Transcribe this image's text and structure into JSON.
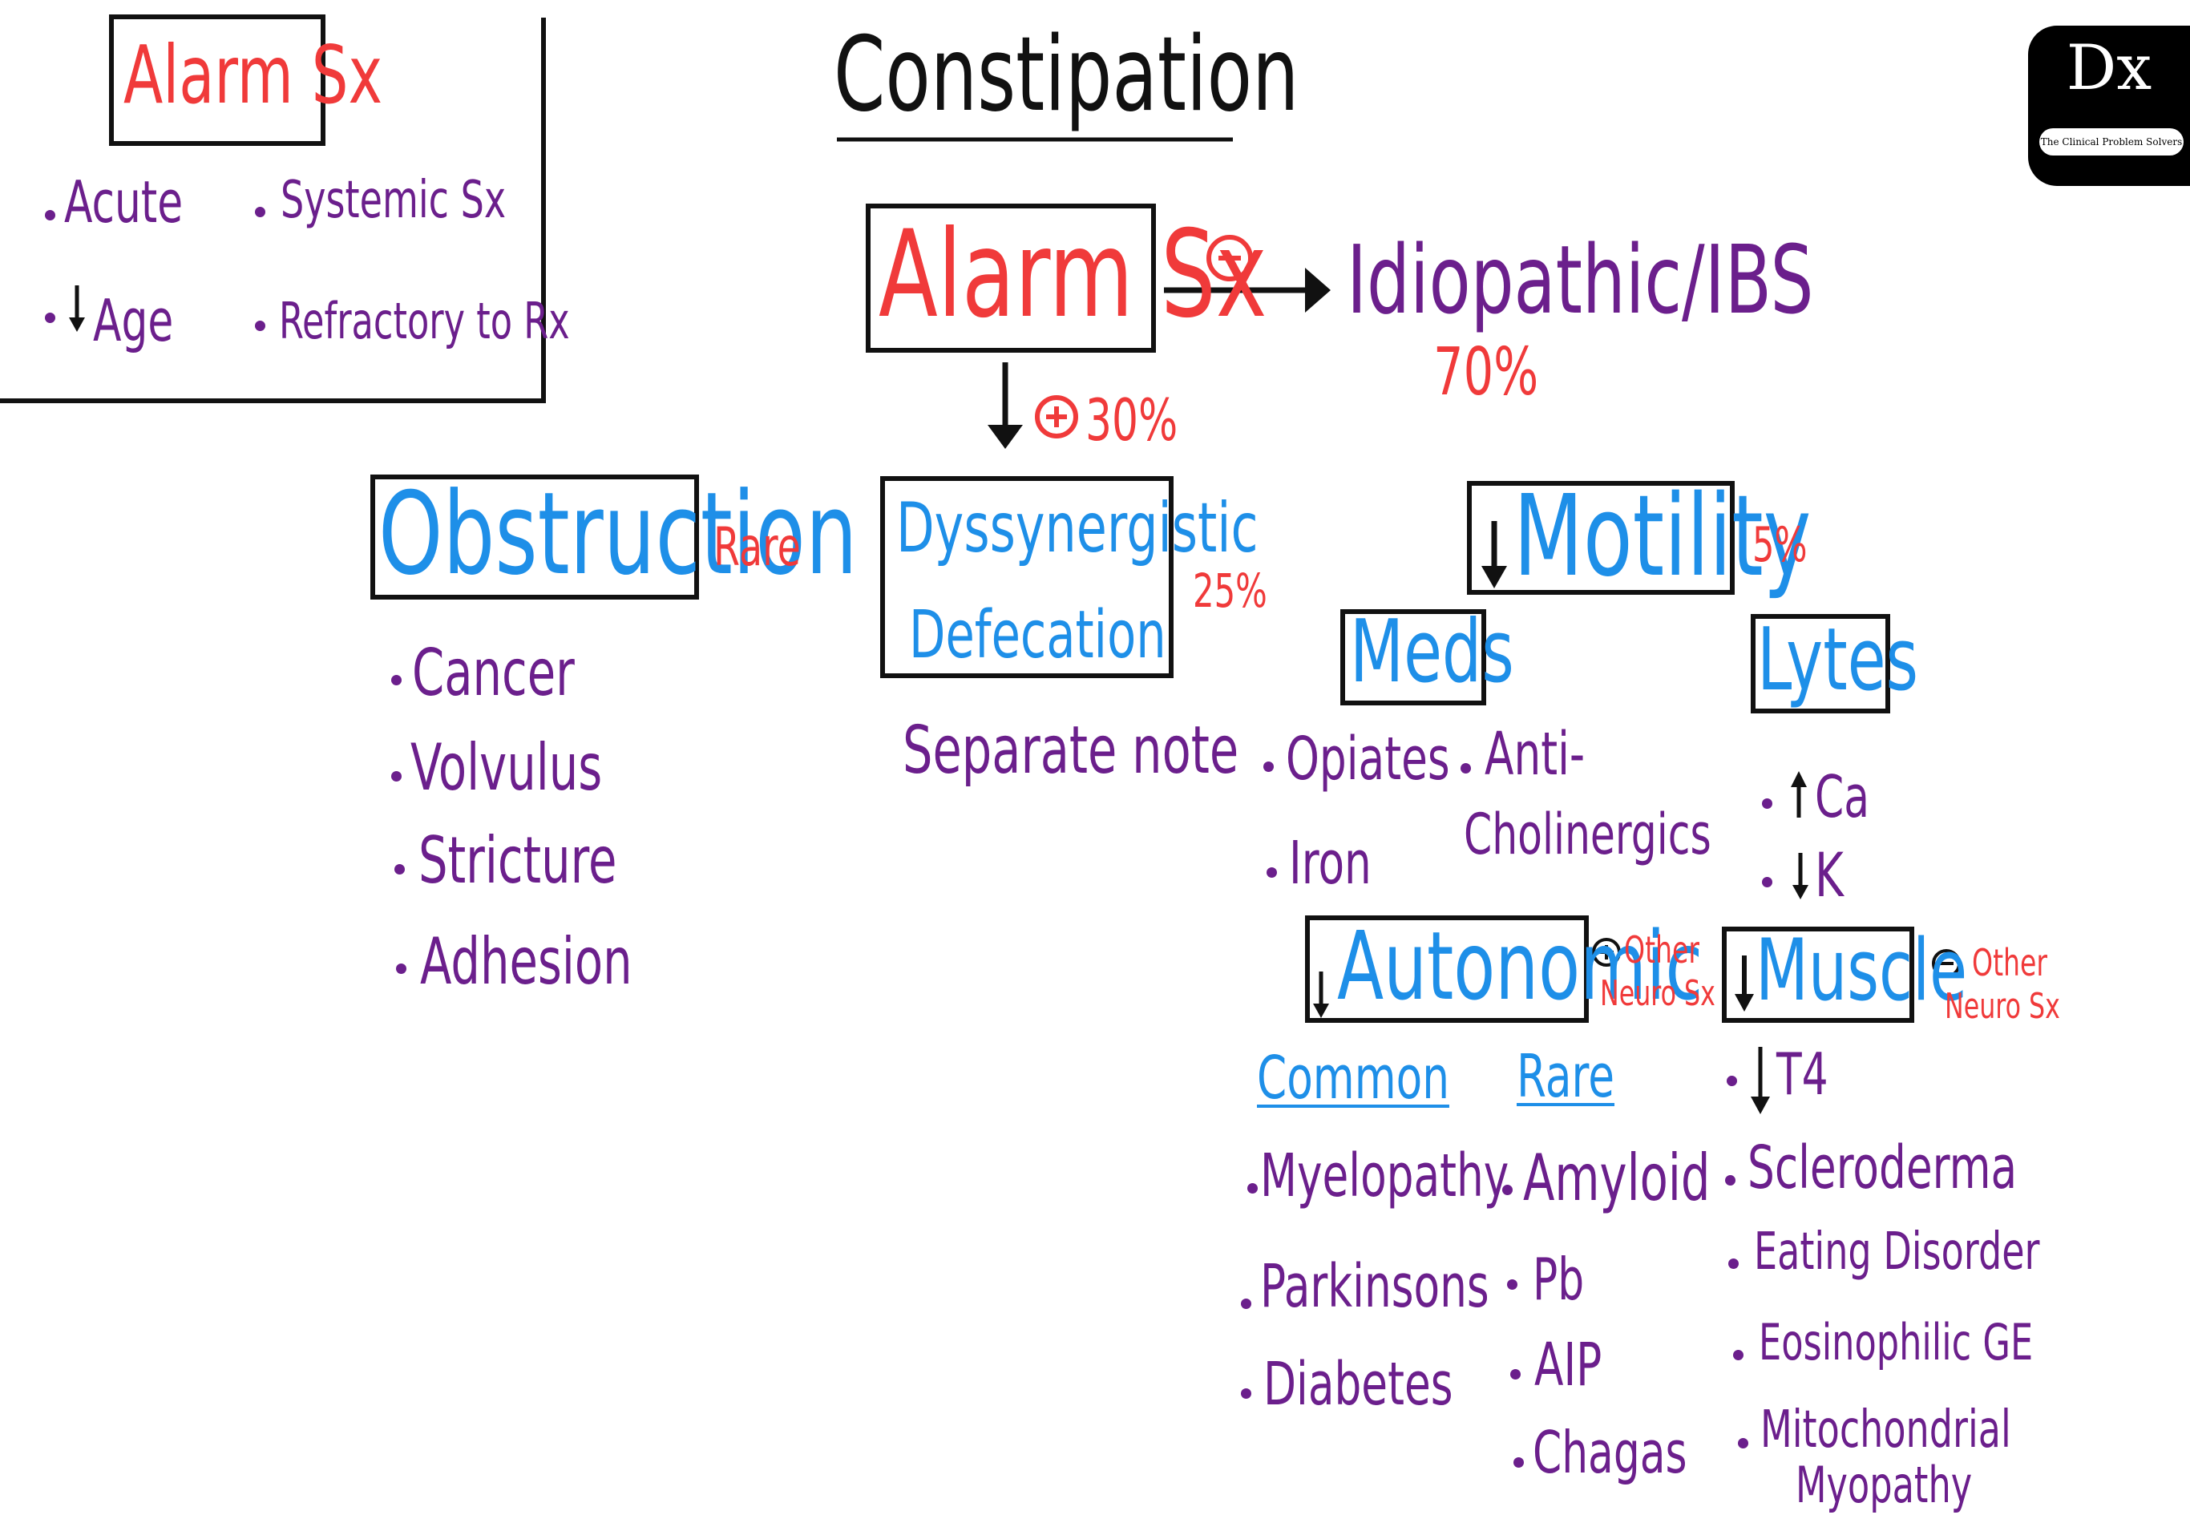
{
  "title": "Constipation",
  "logo": {
    "mark": "Dx",
    "tagline": "The Clinical Problem Solvers"
  },
  "legend": {
    "heading": "Alarm Sx",
    "items": [
      "Acute",
      "Systemic Sx",
      "Age",
      "Refractory to Rx"
    ]
  },
  "root": {
    "label": "Alarm Sx"
  },
  "negative_branch": {
    "sign": "⊖",
    "label": "Idiopathic/IBS",
    "percent": "70%"
  },
  "positive_branch": {
    "sign": "⊕",
    "percent": "30%"
  },
  "obstruction": {
    "label": "Obstruction",
    "note": "Rare",
    "items": [
      "Cancer",
      "Volvulus",
      "Stricture",
      "Adhesion"
    ]
  },
  "dyssynergic": {
    "line1": "Dyssynergistic",
    "line2": "Defecation",
    "percent": "25%",
    "note": "Separate note"
  },
  "motility": {
    "label": "Motility",
    "percent": "5%"
  },
  "meds": {
    "label": "Meds",
    "items": [
      "Opiates",
      "Iron",
      "Anti-",
      "Cholinergics"
    ]
  },
  "lytes": {
    "label": "Lytes",
    "items": [
      "Ca",
      "K"
    ]
  },
  "autonomic": {
    "label": "Autonomic",
    "sign": "⊕",
    "note_line1": "Other",
    "note_line2": "Neuro Sx",
    "common_heading": "Common",
    "common_items": [
      "Myelopathy",
      "Parkinsons",
      "Diabetes"
    ],
    "rare_heading": "Rare",
    "rare_items": [
      "Amyloid",
      "Pb",
      "AIP",
      "Chagas"
    ]
  },
  "muscle": {
    "label": "Muscle",
    "sign": "⊖",
    "note_line1": "Other",
    "note_line2": "Neuro Sx",
    "items": [
      "T4",
      "Scleroderma",
      "Eating Disorder",
      "Eosinophilic GE",
      "Mitochondrial",
      "Myopathy"
    ]
  },
  "colors": {
    "red": "#f03a3a",
    "purple": "#6b1f8c",
    "blue": "#1e8fe8",
    "black": "#111111"
  }
}
